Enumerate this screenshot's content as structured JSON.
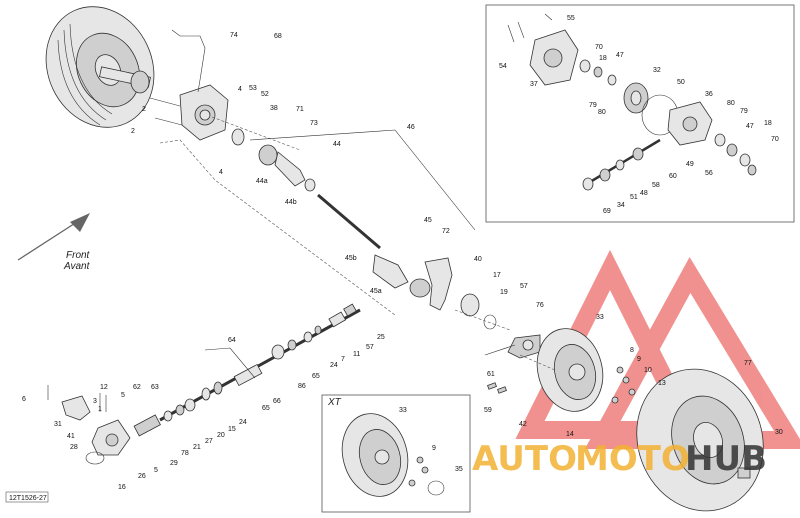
{
  "diagram": {
    "figure_code": "12T1526-27",
    "direction_label": {
      "line1": "Front",
      "line2": "Avant"
    },
    "inset_label": "XT",
    "watermark": {
      "word1": "AUTO",
      "word2": "MOTO",
      "word3": "HUB"
    },
    "colors": {
      "watermark_red": "#e53935",
      "watermark_gold": "#f3b233",
      "watermark_dark": "#333333"
    },
    "callouts": {
      "c74": "74",
      "c68": "68",
      "c2a": "2",
      "c2b": "2",
      "c4a": "4",
      "c53": "53",
      "c52": "52",
      "c38": "38",
      "c71": "71",
      "c73": "73",
      "c44": "44",
      "c46": "46",
      "c44a": "44a",
      "c44b": "44b",
      "c4b": "4",
      "c55": "55",
      "c54": "54",
      "c37": "37",
      "c70a": "70",
      "c18a": "18",
      "c47a": "47",
      "c32": "32",
      "c50": "50",
      "c79a": "79",
      "c80a": "80",
      "c36": "36",
      "c80b": "80",
      "c79b": "79",
      "c47b": "47",
      "c18b": "18",
      "c70b": "70",
      "c49": "49",
      "c56": "56",
      "c60": "60",
      "c58": "58",
      "c48": "48",
      "c51": "51",
      "c34": "34",
      "c69": "69",
      "c45": "45",
      "c72": "72",
      "c45b": "45b",
      "c45a": "45a",
      "c40": "40",
      "c17": "17",
      "c19": "19",
      "c57a": "57",
      "c76": "76",
      "c33a": "33",
      "c77": "77",
      "c61": "61",
      "c8": "8",
      "c9a": "9",
      "c10": "10",
      "c13": "13",
      "c42": "42",
      "c14": "14",
      "c59": "59",
      "c30": "30",
      "c64": "64",
      "c25": "25",
      "c57b": "57",
      "c11": "11",
      "c7": "7",
      "c24a": "24",
      "c65a": "65",
      "c86": "86",
      "c66": "66",
      "c65b": "65",
      "c24b": "24",
      "c15": "15",
      "c20": "20",
      "c27": "27",
      "c21": "21",
      "c78": "78",
      "c29": "29",
      "c63": "63",
      "c62": "62",
      "c12": "12",
      "c3": "3",
      "c1": "1",
      "c5a": "5",
      "c6": "6",
      "c31": "31",
      "c41": "41",
      "c28": "28",
      "c26": "26",
      "c16": "16",
      "c5b": "5",
      "c33b": "33",
      "c9b": "9",
      "c35": "35"
    }
  }
}
